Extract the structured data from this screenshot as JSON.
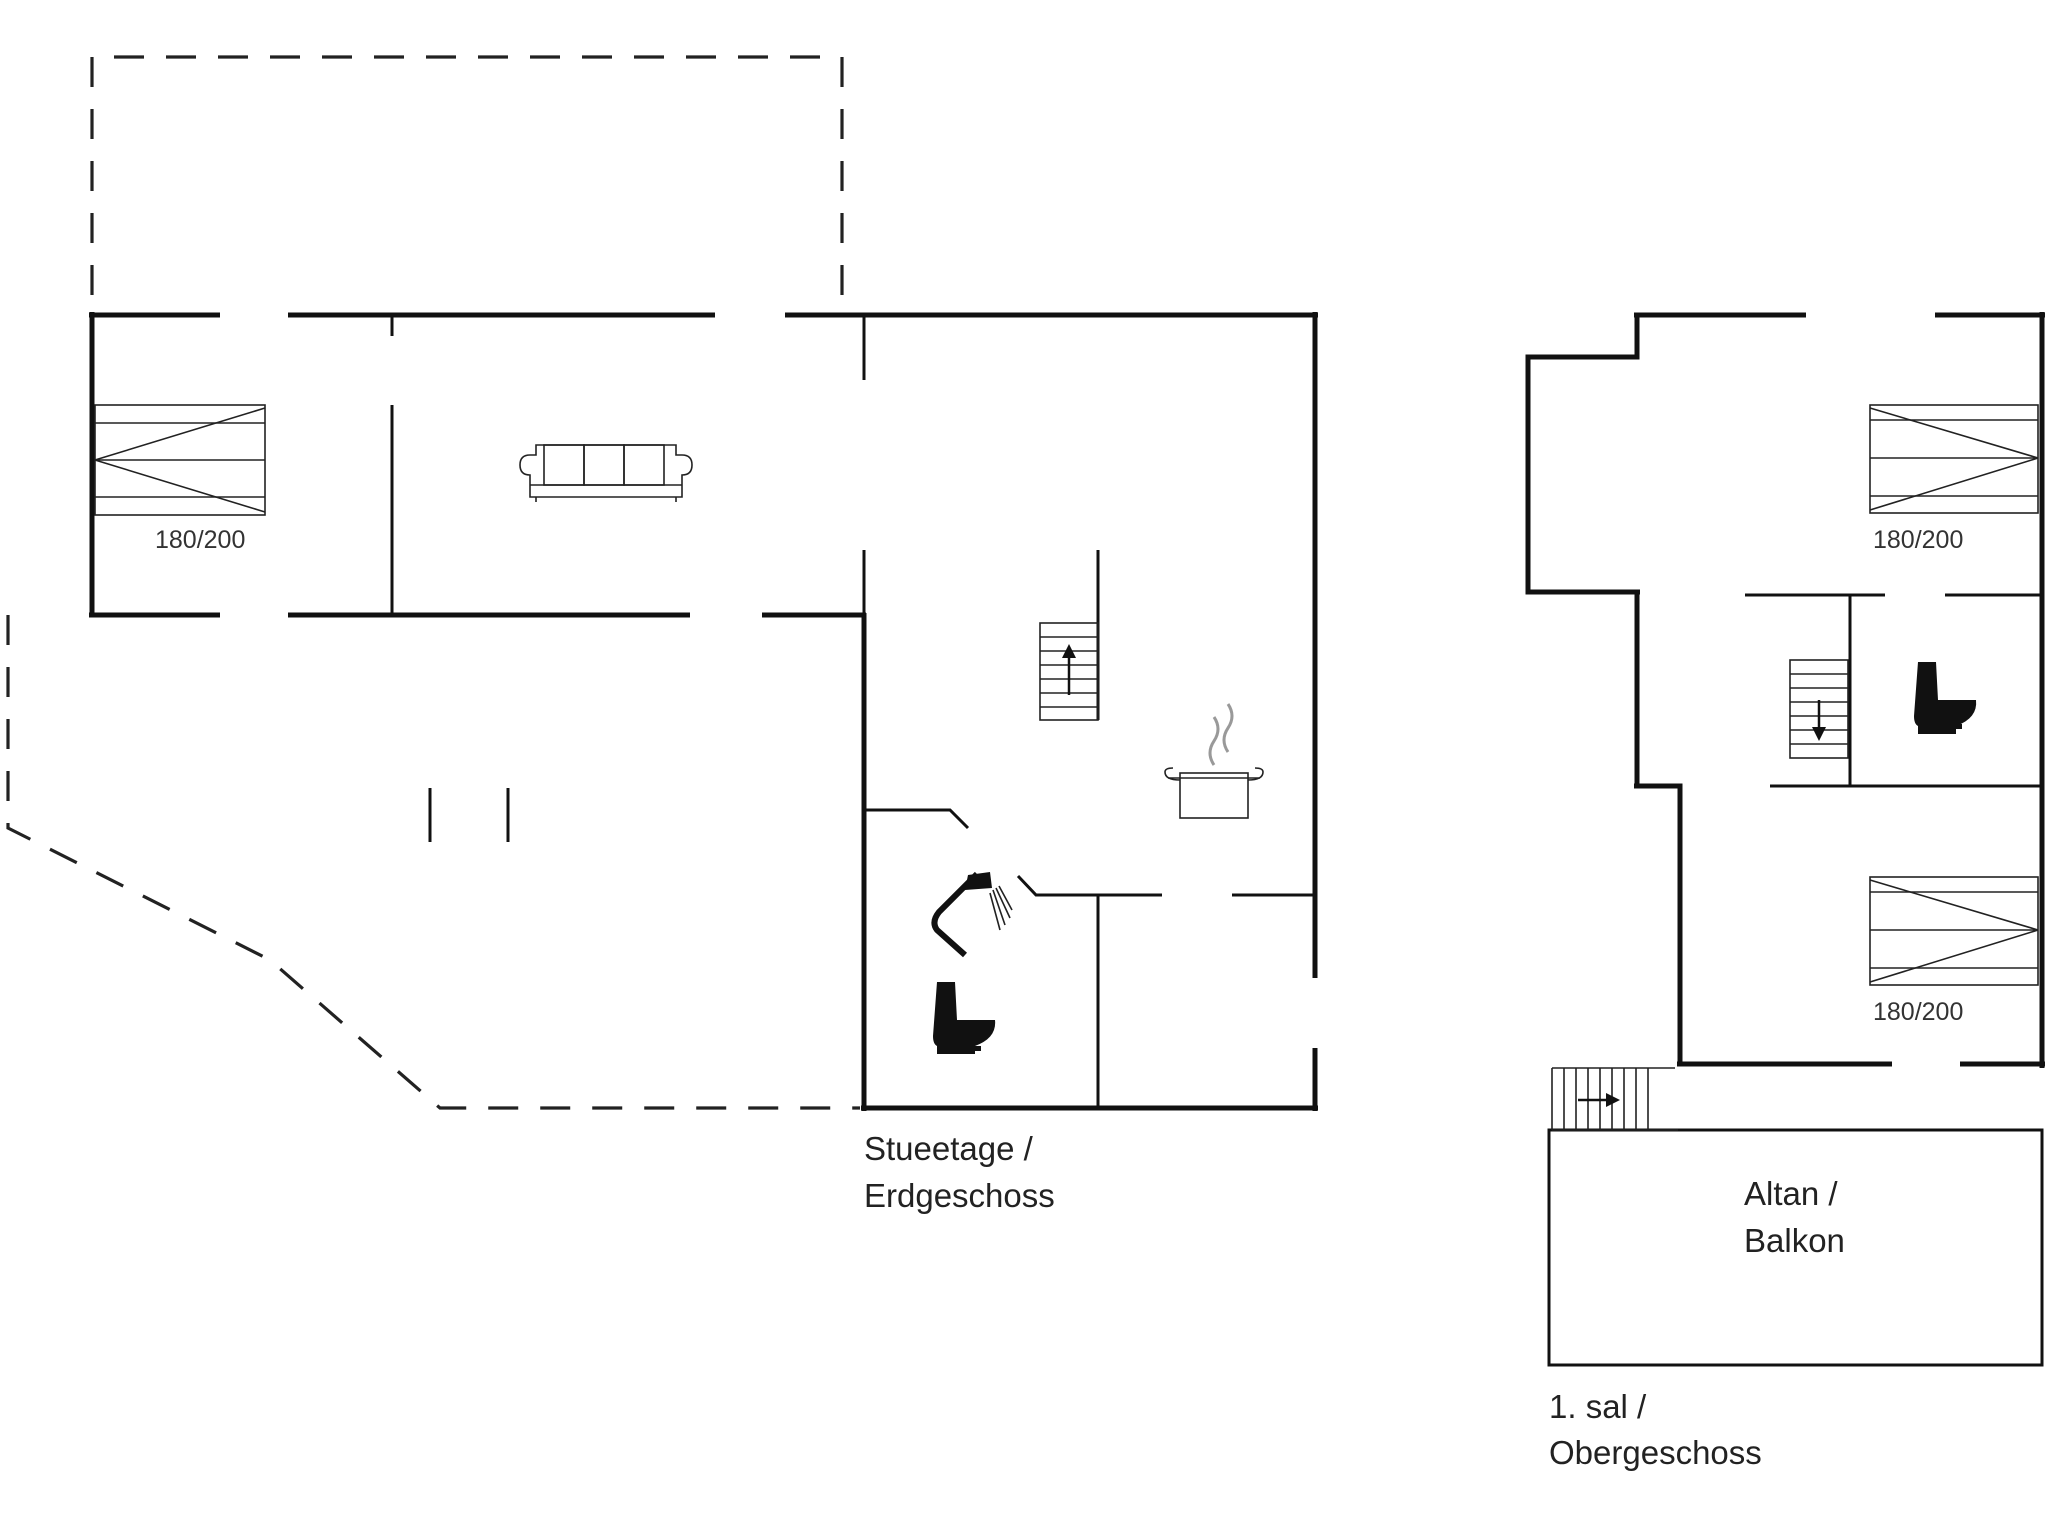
{
  "floors": {
    "ground": {
      "label_line1": "Stueetage /",
      "label_line2": "Erdgeschoss"
    },
    "upper": {
      "label_line1": "1. sal /",
      "label_line2": "Obergeschoss"
    }
  },
  "balcony": {
    "label_line1": "Altan /",
    "label_line2": "Balkon"
  },
  "beds": [
    {
      "size": "180/200"
    },
    {
      "size": "180/200"
    },
    {
      "size": "180/200"
    }
  ],
  "icons": [
    "double-bed-icon",
    "sofa-icon",
    "stairs-up-icon",
    "stairs-down-icon",
    "cooking-pot-icon",
    "shower-icon",
    "toilet-icon"
  ],
  "colors": {
    "walls": "#111111",
    "background": "#ffffff"
  }
}
